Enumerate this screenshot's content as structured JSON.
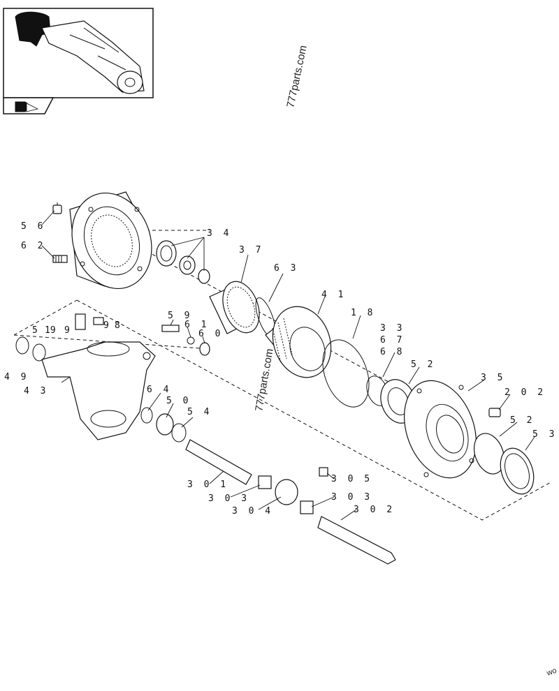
{
  "watermark": {
    "text": "777parts.com",
    "text_secondary": "777parts.com"
  },
  "corner_mark": "wo",
  "callouts": {
    "c56": "5 6",
    "c62": "6 2",
    "c34": "3 4",
    "c37": "3 7",
    "c63": "6 3",
    "c41": "4 1",
    "c18": "1 8",
    "c33": "3 3",
    "c67": "6 7",
    "c68": "6 8",
    "c52a": "5 2",
    "c35": "3 5",
    "c202": "2 0 2",
    "c52b": "5 2",
    "c53": "5 3",
    "c59": "5 9",
    "c61": "6 1",
    "c60": "6 0",
    "c5": "5",
    "c19": "19",
    "c9a": "9",
    "c9b": "9",
    "c8": "8",
    "c49": "4 9",
    "c43": "4 3",
    "c64": "6 4",
    "c50": "5 0",
    "c54": "5 4",
    "c301": "3 0 1",
    "c303a": "3 0 3",
    "c304": "3 0 4",
    "c305": "3 0 5",
    "c303b": "3 0 3",
    "c302": "3 0 2"
  }
}
